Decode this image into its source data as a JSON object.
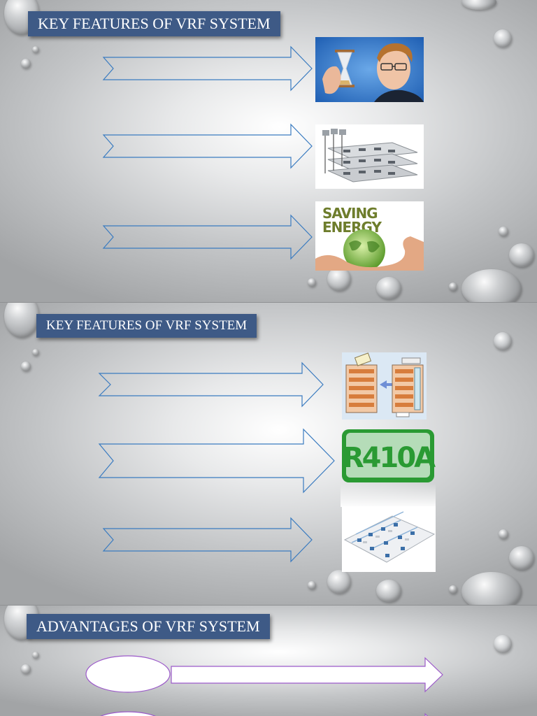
{
  "slides": [
    {
      "title": "KEY FEATURES OF VRF SYSTEM"
    },
    {
      "title": "KEY FEATURES OF VRF SYSTEM"
    },
    {
      "title": "ADVANTAGES OF VRF SYSTEM"
    }
  ],
  "images": {
    "saving_energy_line1": "SAVING",
    "saving_energy_line2": "ENERGY",
    "refrigerant_label": "R410A"
  },
  "colors": {
    "title_bg": "#3e5a86",
    "arrow_stroke": "#3a7bc0",
    "advantage_stroke": "#9b59c9"
  }
}
